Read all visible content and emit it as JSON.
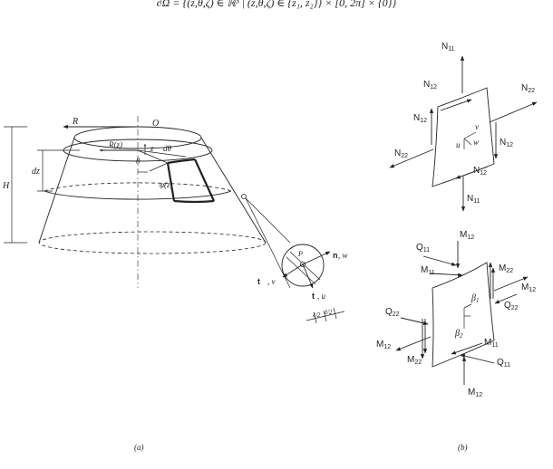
{
  "header": {
    "formula": "∂Ω = {(z,θ,ζ) ∈ ℝ³ | (z,θ,ζ) ∈ {z₁, z₂}} × [0, 2π] × {0}}"
  },
  "figure_a": {
    "caption": "(a)",
    "labels": {
      "R": "R",
      "O": "O",
      "H": "H",
      "dz": "dz",
      "Rz": "R(z)",
      "z": "z",
      "dtheta": "dθ",
      "theta": "θ",
      "phi": "φ(z)",
      "P": "P",
      "n": "n",
      "w": ", w",
      "t1": "t",
      "v": ", v",
      "t2": "t",
      "u": ", u",
      "half_left": "ℓ/2",
      "half_right": "ℓ/2"
    }
  },
  "figure_b": {
    "caption": "(b)",
    "membrane": {
      "N11_top": "N",
      "N11_top_sub": "11",
      "N12_a": "N",
      "N12_a_sub": "12",
      "N22_right": "N",
      "N22_right_sub": "22",
      "N12_b": "N",
      "N12_b_sub": "12",
      "N12_c": "N",
      "N12_c_sub": "12",
      "N22_left": "N",
      "N22_left_sub": "22",
      "N12_d": "N",
      "N12_d_sub": "12",
      "N11_bottom": "N",
      "N11_bottom_sub": "11",
      "v": "v",
      "u": "u",
      "w": "w"
    },
    "bending": {
      "M12_top": "M",
      "M12_top_sub": "12",
      "Q11_top": "Q",
      "Q11_top_sub": "11",
      "M11_top": "M",
      "M11_top_sub": "11",
      "M22_right": "M",
      "M22_right_sub": "22",
      "M12_right": "M",
      "M12_right_sub": "12",
      "Q22_right": "Q",
      "Q22_right_sub": "22",
      "beta1": "β",
      "beta1_sub": "1",
      "beta2": "β",
      "beta2_sub": "2",
      "Q22_left": "Q",
      "Q22_left_sub": "22",
      "M12_left": "M",
      "M12_left_sub": "12",
      "M22_left": "M",
      "M22_left_sub": "22",
      "M11_bottom": "M",
      "M11_bottom_sub": "11",
      "Q11_bottom": "Q",
      "Q11_bottom_sub": "11",
      "M12_bottom": "M",
      "M12_bottom_sub": "12"
    }
  }
}
